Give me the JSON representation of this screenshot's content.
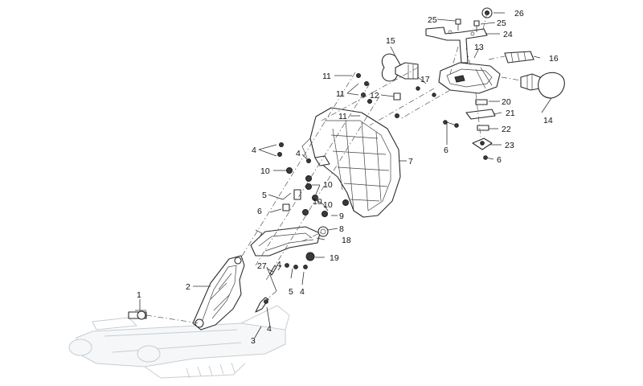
{
  "diagram": {
    "callouts": [
      "1",
      "2",
      "3",
      "4",
      "4",
      "4",
      "4",
      "4",
      "5",
      "5",
      "6",
      "6",
      "6",
      "7",
      "8",
      "9",
      "10",
      "10",
      "10",
      "10",
      "11",
      "11",
      "11",
      "12",
      "13",
      "14",
      "15",
      "16",
      "17",
      "18",
      "19",
      "20",
      "21",
      "22",
      "23",
      "24",
      "25",
      "25",
      "26",
      "27"
    ]
  }
}
